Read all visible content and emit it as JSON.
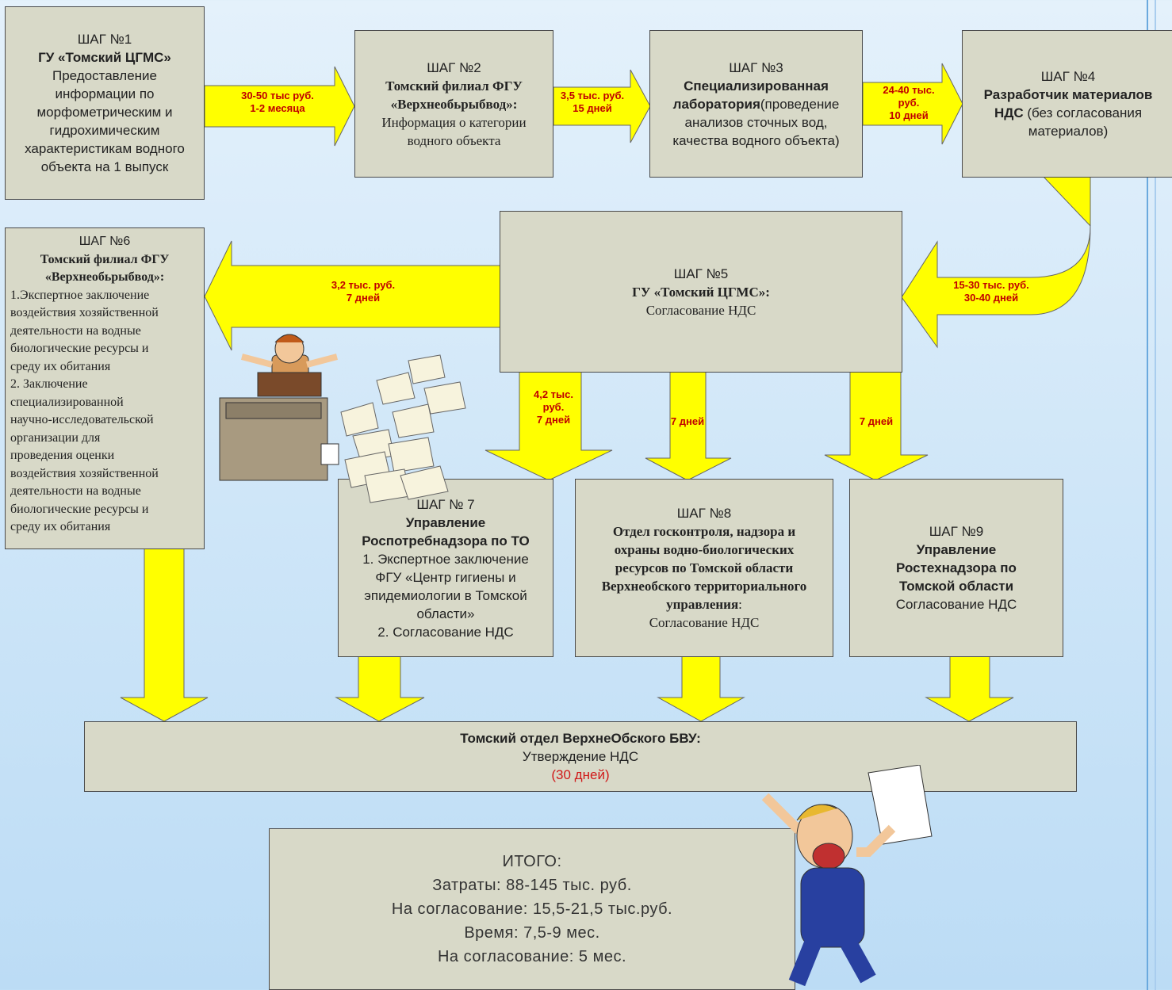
{
  "step1": {
    "step": "ШАГ №1",
    "org": "ГУ «Томский ЦГМС»",
    "desc": [
      "Предоставление",
      "информации по",
      "морфометрическим и",
      "гидрохимическим",
      "характеристикам водного",
      "объекта на 1 выпуск"
    ]
  },
  "step2": {
    "step": "ШАГ №2",
    "org": [
      "Томский филиал ФГУ",
      "«Верхнеобьрыбвод»:"
    ],
    "desc": [
      "Информация о категории",
      "водного объекта"
    ]
  },
  "step3": {
    "step": "ШАГ №3",
    "org_bold": "Специализированная",
    "org_bold2": "лаборатория",
    "desc": [
      "(проведение",
      "анализов сточных вод,",
      "качества водного объекта)"
    ]
  },
  "step4": {
    "step": "ШАГ №4",
    "org_bold": "Разработчик материалов",
    "org_bold2": "НДС",
    "desc": [
      " (без согласования",
      "материалов)"
    ]
  },
  "step5": {
    "step": "ШАГ №5",
    "org": "ГУ «Томский ЦГМС»:",
    "desc": "Согласование НДС"
  },
  "step6": {
    "step": "ШАГ №6",
    "org": [
      "Томский филиал ФГУ",
      "«Верхнеобьрыбвод»:"
    ],
    "desc": [
      "1.Экспертное заключение",
      "воздействия хозяйственной",
      "деятельности на водные",
      "биологические ресурсы и",
      "среду их обитания",
      "2. Заключение",
      "специализированной",
      "научно-исследовательской",
      "организации для",
      "проведения оценки",
      "воздействия хозяйственной",
      "деятельности на водные",
      "биологические ресурсы и",
      "среду их обитания"
    ]
  },
  "step7": {
    "step": "ШАГ № 7",
    "org": [
      "Управление",
      "Роспотребнадзора по ТО"
    ],
    "desc": [
      "1. Экспертное заключение",
      "ФГУ «Центр гигиены и",
      "эпидемиологии в Томской",
      "области»",
      "2. Согласование НДС"
    ]
  },
  "step8": {
    "step": "ШАГ №8",
    "org": [
      "Отдел госконтроля, надзора и",
      "охраны водно-биологических",
      "ресурсов по Томской области",
      "Верхнеобского территориального",
      "управления"
    ],
    "org_suffix": ":",
    "desc": "Согласование НДС"
  },
  "step9": {
    "step": "ШАГ №9",
    "org": [
      "Управление",
      "Ростехнадзора по",
      "Томской области"
    ],
    "desc": "Согласование НДС"
  },
  "final": {
    "org": "Томский отдел ВерхнеОбского БВУ:",
    "desc": "Утверждение НДС",
    "time": "(30 дней)"
  },
  "totals": {
    "title": "ИТОГО:",
    "lines": [
      "Затраты: 88-145 тыс. руб.",
      "На согласование: 15,5-21,5 тыс.руб.",
      "Время: 7,5-9 мес.",
      "На согласование: 5 мес."
    ]
  },
  "arrow_labels": {
    "a1": [
      "30-50 тыс руб.",
      "1-2 месяца"
    ],
    "a2": [
      "3,5 тыс. руб.",
      "15 дней"
    ],
    "a3": [
      "24-40 тыс.",
      "руб.",
      "10 дней"
    ],
    "a4": [
      "15-30 тыс. руб.",
      "30-40 дней"
    ],
    "a5": [
      "3,2 тыс. руб.",
      "7 дней"
    ],
    "a6": [
      "4,2 тыс.",
      "руб.",
      "7 дней"
    ],
    "a7": [
      "7 дней"
    ],
    "a8": [
      "7 дней"
    ]
  },
  "colors": {
    "arrow": "#ffff00",
    "box": "#d8d9c8",
    "label": "#c00000"
  }
}
